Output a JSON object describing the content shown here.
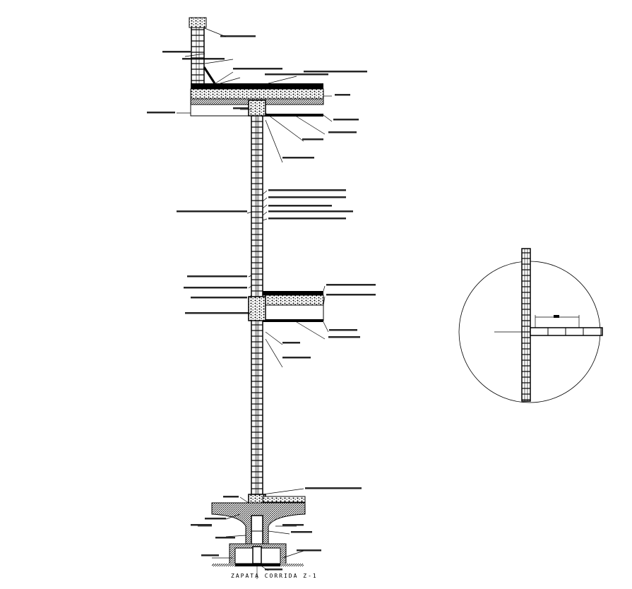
{
  "drawing": {
    "title": "ZAPATA CORRIDA Z-1",
    "colors": {
      "line": "#000000",
      "background": "#ffffff"
    },
    "views": [
      "wall-section",
      "detail-circle"
    ]
  }
}
